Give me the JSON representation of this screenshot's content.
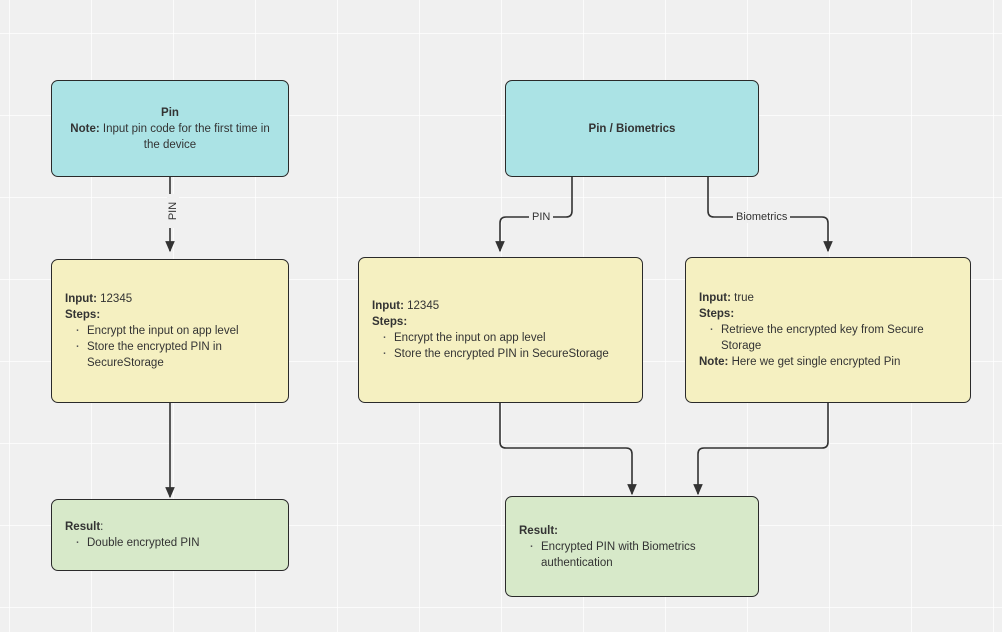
{
  "diagram": {
    "type": "flowchart",
    "direction": "top-down",
    "background_color": "#f0f0f0",
    "grid": true,
    "colors": {
      "start_fill": "#abe3e5",
      "process_fill": "#f5f0c1",
      "result_fill": "#d7e9c9",
      "border": "#2a2a2a",
      "text": "#333333",
      "edge": "#333333"
    }
  },
  "flows": {
    "left": {
      "start": {
        "title": "Pin",
        "note_label": "Note:",
        "note_text": "Input pin code for the first time in the device"
      },
      "edge_label": "PIN",
      "process": {
        "input_label": "Input:",
        "input_value": "12345",
        "steps_label": "Steps:",
        "steps": [
          "Encrypt the input on app level",
          "Store the encrypted PIN in SecureStorage"
        ]
      },
      "result": {
        "label": "Result",
        "colon": ":",
        "items": [
          "Double encrypted PIN"
        ]
      }
    },
    "right": {
      "start": {
        "title": "Pin / Biometrics"
      },
      "edge_labels": {
        "pin": "PIN",
        "biometrics": "Biometrics"
      },
      "process_pin": {
        "input_label": "Input:",
        "input_value": "12345",
        "steps_label": "Steps:",
        "steps": [
          "Encrypt the input on app level",
          "Store the encrypted PIN in SecureStorage"
        ]
      },
      "process_biometrics": {
        "input_label": "Input:",
        "input_value": "true",
        "steps_label": "Steps:",
        "steps": [
          "Retrieve the encrypted key from Secure Storage"
        ],
        "note_label": "Note:",
        "note_text": "Here we get single encrypted Pin"
      },
      "result": {
        "label": "Result:",
        "items": [
          "Encrypted PIN with Biometrics authentication"
        ]
      }
    }
  }
}
